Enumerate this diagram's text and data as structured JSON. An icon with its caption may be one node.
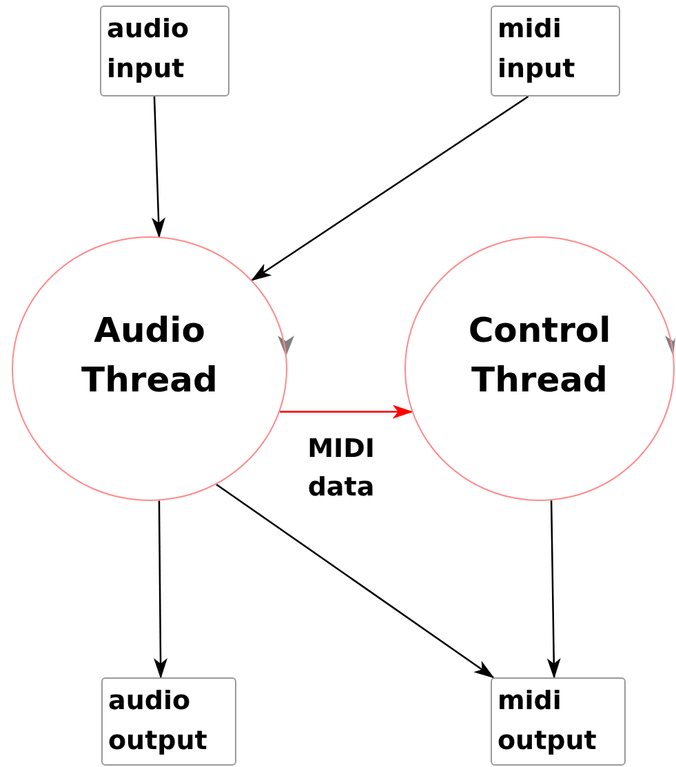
{
  "diagram": {
    "nodes": [
      {
        "text": [
          "audio input"
        ]
      },
      {
        "text": [
          "midi input"
        ]
      },
      {
        "text": [
          "Audio Thread"
        ]
      },
      {
        "text": [
          "Control Thread"
        ]
      },
      {
        "text": [
          "audio output"
        ]
      },
      {
        "text": [
          "midi output"
        ]
      }
    ],
    "edges": [
      {
        "from": 0,
        "to": 2,
        "arrow": "to"
      },
      {
        "from": 1,
        "to": 2,
        "arrow": "to"
      },
      {
        "from": 2,
        "to": 3,
        "arrow": "to",
        "label": "MIDI data",
        "color": "#ff0000"
      },
      {
        "from": 2,
        "to": 4,
        "arrow": "to"
      },
      {
        "from": 2,
        "to": 5,
        "arrow": "to"
      },
      {
        "from": 3,
        "to": 5,
        "arrow": "to"
      }
    ]
  }
}
